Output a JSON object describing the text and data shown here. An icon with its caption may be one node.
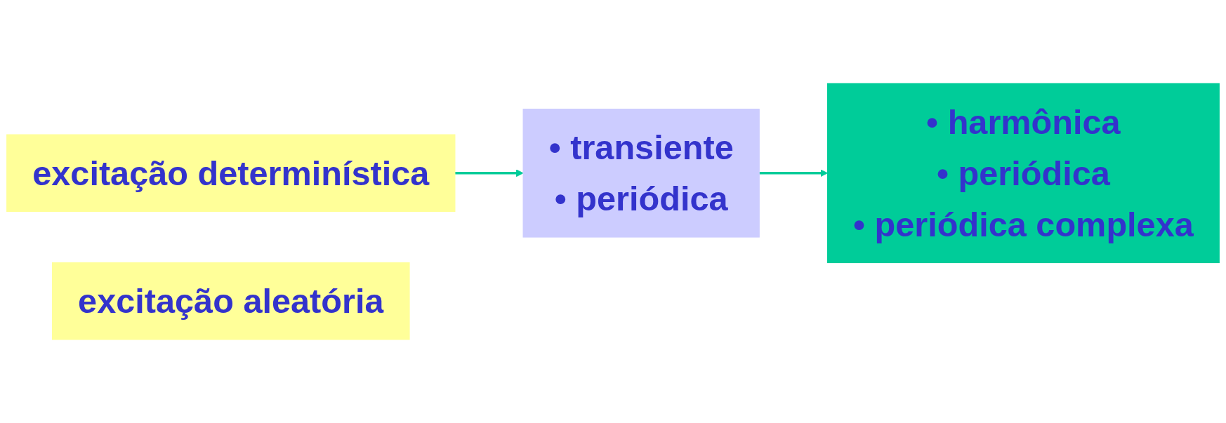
{
  "diagram": {
    "nodes": [
      {
        "text": [
          "excitação determinística"
        ]
      },
      {
        "text": [
          "• transiente",
          "• periódica"
        ]
      },
      {
        "text": [
          "• harmônica",
          "• periódica",
          "• periódica complexa"
        ]
      },
      {
        "text": [
          "excitação aleatória"
        ]
      }
    ],
    "edges": [
      {
        "from": 0,
        "to": 1,
        "arrow": "to"
      },
      {
        "from": 1,
        "to": 2,
        "arrow": "to"
      }
    ]
  }
}
